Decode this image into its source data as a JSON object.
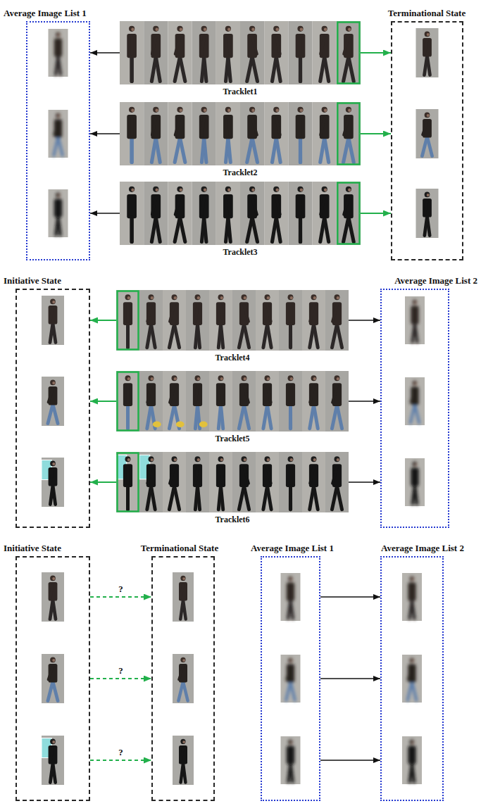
{
  "diagram": {
    "nodes": [
      {
        "text": [
          "Average Image List 1"
        ]
      },
      {
        "text": [
          "Terminational State"
        ]
      },
      {
        "text": [
          "Tracklet1"
        ]
      },
      {
        "text": [
          "Tracklet2"
        ]
      },
      {
        "text": [
          "Tracklet3"
        ]
      },
      {
        "text": [
          "Initiative State"
        ]
      },
      {
        "text": [
          "Average Image List 2"
        ]
      },
      {
        "text": [
          "Tracklet4"
        ]
      },
      {
        "text": [
          "Tracklet5"
        ]
      },
      {
        "text": [
          "Tracklet6"
        ]
      },
      {
        "text": [
          "Initiative State"
        ]
      },
      {
        "text": [
          "Terminational State"
        ]
      },
      {
        "text": [
          "Average Image List 1"
        ]
      },
      {
        "text": [
          "Average Image List 2"
        ]
      }
    ],
    "edges": [
      {
        "from": 2,
        "to": 0,
        "arrow": "to"
      },
      {
        "from": 2,
        "to": 1,
        "arrow": "to"
      },
      {
        "from": 3,
        "to": 0,
        "arrow": "to"
      },
      {
        "from": 3,
        "to": 1,
        "arrow": "to"
      },
      {
        "from": 4,
        "to": 0,
        "arrow": "to"
      },
      {
        "from": 4,
        "to": 1,
        "arrow": "to"
      },
      {
        "from": 7,
        "to": 5,
        "arrow": "to"
      },
      {
        "from": 7,
        "to": 6,
        "arrow": "to"
      },
      {
        "from": 8,
        "to": 5,
        "arrow": "to"
      },
      {
        "from": 8,
        "to": 6,
        "arrow": "to"
      },
      {
        "from": 9,
        "to": 5,
        "arrow": "to"
      },
      {
        "from": 9,
        "to": 6,
        "arrow": "to"
      },
      {
        "from": 10,
        "to": 11,
        "label": "?",
        "arrow": "to"
      },
      {
        "from": 10,
        "to": 11,
        "label": "?",
        "arrow": "to"
      },
      {
        "from": 10,
        "to": 11,
        "label": "?",
        "arrow": "to"
      },
      {
        "from": 12,
        "to": 13,
        "arrow": "to"
      },
      {
        "from": 12,
        "to": 13,
        "arrow": "to"
      },
      {
        "from": 12,
        "to": 13,
        "arrow": "to"
      }
    ]
  }
}
